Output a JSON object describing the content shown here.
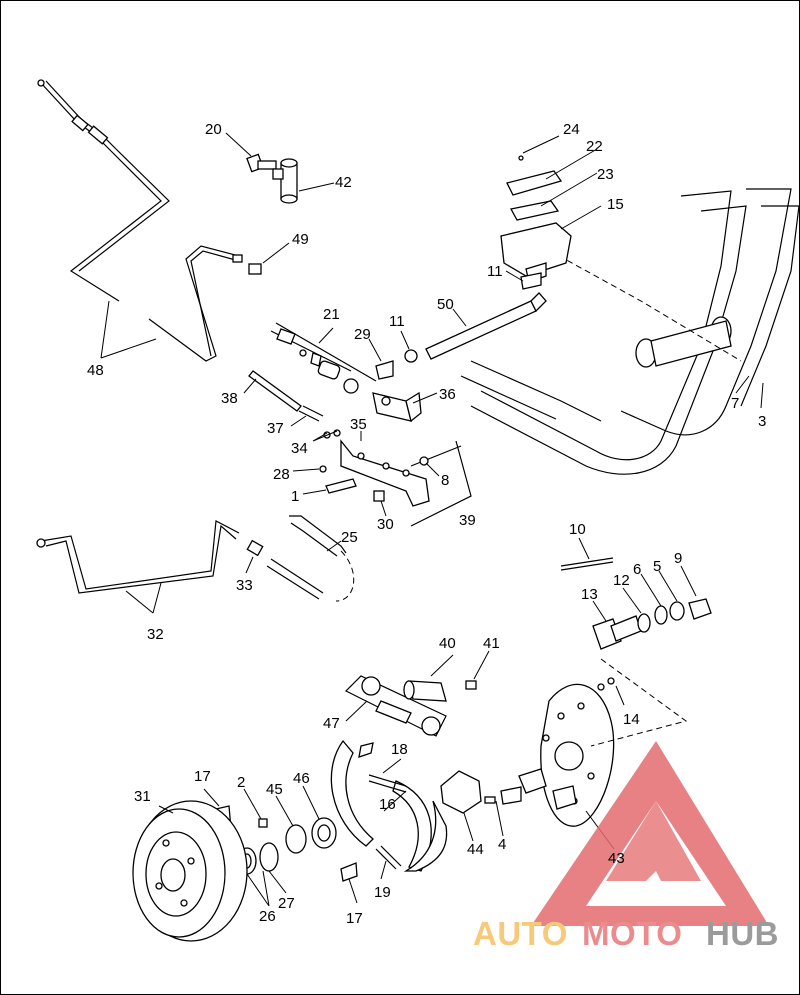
{
  "callouts": [
    {
      "id": "c20",
      "label": "20"
    },
    {
      "id": "c42",
      "label": "42"
    },
    {
      "id": "c49",
      "label": "49"
    },
    {
      "id": "c48",
      "label": "48"
    },
    {
      "id": "c21",
      "label": "21"
    },
    {
      "id": "c29",
      "label": "29"
    },
    {
      "id": "c11a",
      "label": "11"
    },
    {
      "id": "c50",
      "label": "50"
    },
    {
      "id": "c38",
      "label": "38"
    },
    {
      "id": "c36",
      "label": "36"
    },
    {
      "id": "c37",
      "label": "37"
    },
    {
      "id": "c35",
      "label": "35"
    },
    {
      "id": "c34",
      "label": "34"
    },
    {
      "id": "c28",
      "label": "28"
    },
    {
      "id": "c8",
      "label": "8"
    },
    {
      "id": "c1",
      "label": "1"
    },
    {
      "id": "c30",
      "label": "30"
    },
    {
      "id": "c39",
      "label": "39"
    },
    {
      "id": "c25",
      "label": "25"
    },
    {
      "id": "c33",
      "label": "33"
    },
    {
      "id": "c32",
      "label": "32"
    },
    {
      "id": "c24",
      "label": "24"
    },
    {
      "id": "c22",
      "label": "22"
    },
    {
      "id": "c23",
      "label": "23"
    },
    {
      "id": "c15",
      "label": "15"
    },
    {
      "id": "c11b",
      "label": "11"
    },
    {
      "id": "c7",
      "label": "7"
    },
    {
      "id": "c3",
      "label": "3"
    },
    {
      "id": "c10",
      "label": "10"
    },
    {
      "id": "c12",
      "label": "12"
    },
    {
      "id": "c6",
      "label": "6"
    },
    {
      "id": "c5",
      "label": "5"
    },
    {
      "id": "c9",
      "label": "9"
    },
    {
      "id": "c13",
      "label": "13"
    },
    {
      "id": "c40",
      "label": "40"
    },
    {
      "id": "c41",
      "label": "41"
    },
    {
      "id": "c14",
      "label": "14"
    },
    {
      "id": "c47",
      "label": "47"
    },
    {
      "id": "c17a",
      "label": "17"
    },
    {
      "id": "c2",
      "label": "2"
    },
    {
      "id": "c45",
      "label": "45"
    },
    {
      "id": "c46",
      "label": "46"
    },
    {
      "id": "c18",
      "label": "18"
    },
    {
      "id": "c31",
      "label": "31"
    },
    {
      "id": "c16",
      "label": "16"
    },
    {
      "id": "c4",
      "label": "4"
    },
    {
      "id": "c44",
      "label": "44"
    },
    {
      "id": "c43",
      "label": "43"
    },
    {
      "id": "c27",
      "label": "27"
    },
    {
      "id": "c26",
      "label": "26"
    },
    {
      "id": "c19",
      "label": "19"
    },
    {
      "id": "c17b",
      "label": "17"
    }
  ],
  "watermark": {
    "prefix": "AUTO",
    "middle": "MOTO",
    "suffix": "HUB",
    "colors": {
      "prefix": "#f5c163",
      "middle": "#e8777a",
      "suffix": "#8a8a8a",
      "logo": "#e36c6f"
    }
  }
}
